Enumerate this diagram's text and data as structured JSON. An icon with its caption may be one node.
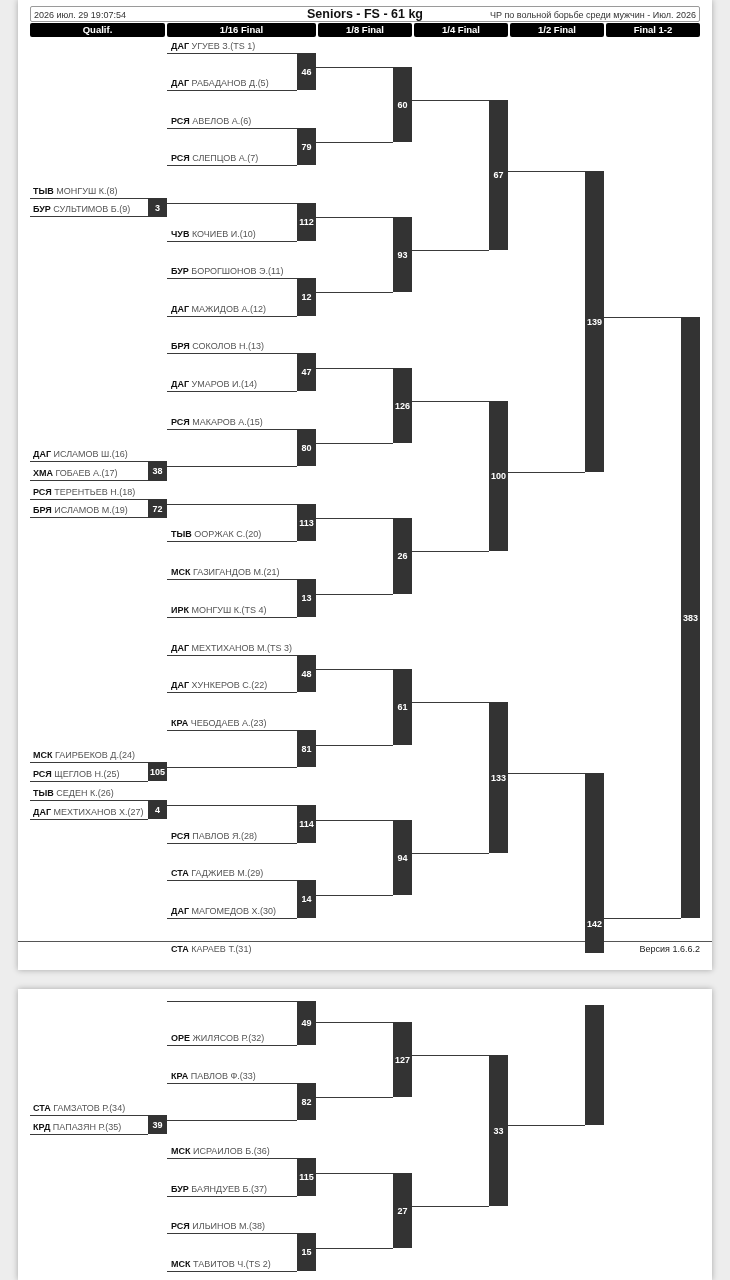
{
  "diagram": {
    "title": "Seniors - FS - 61 kg",
    "nodes": [
      {
        "text": [
          "2026 июл. 29 19:07:54",
          "ЧР по вольной борьбе среди мужчин - Июл. 2026"
        ]
      },
      {
        "text": [
          "Qualif."
        ]
      },
      {
        "text": [
          "1/16 Final"
        ]
      },
      {
        "text": [
          "1/8 Final"
        ]
      },
      {
        "text": [
          "1/4 Final"
        ]
      },
      {
        "text": [
          "1/2 Final"
        ]
      },
      {
        "text": [
          "Final 1-2"
        ]
      },
      {
        "text": [
          "**ДАГ** УГУЕВ З.(TS 1)"
        ]
      },
      {
        "text": [
          "**ДАГ** РАБАДАНОВ Д.(5)"
        ]
      },
      {
        "text": [
          "**РСЯ** АВЕЛОВ А.(6)"
        ]
      },
      {
        "text": [
          "**РСЯ** СЛЕПЦОВ А.(7)"
        ]
      },
      {
        "text": [
          "**ТЫВ** МОНГУШ К.(8)"
        ]
      },
      {
        "text": [
          "**БУР** СУЛЬТИМОВ Б.(9)"
        ]
      },
      {
        "text": [
          "**ЧУВ** КОЧИЕВ И.(10)"
        ]
      },
      {
        "text": [
          "**БУР** БОРОГШОНОВ Э.(11)"
        ]
      },
      {
        "text": [
          "**ДАГ** МАЖИДОВ А.(12)"
        ]
      },
      {
        "text": [
          "**БРЯ** СОКОЛОВ Н.(13)"
        ]
      },
      {
        "text": [
          "**ДАГ** УМАРОВ И.(14)"
        ]
      },
      {
        "text": [
          "**РСЯ** МАКАРОВ А.(15)"
        ]
      },
      {
        "text": [
          "**ДАГ** ИСЛАМОВ Ш.(16)"
        ]
      },
      {
        "text": [
          "**ХМА** ГОБАЕВ А.(17)"
        ]
      },
      {
        "text": [
          "**РСЯ** ТЕРЕНТЬЕВ Н.(18)"
        ]
      },
      {
        "text": [
          "**БРЯ** ИСЛАМОВ М.(19)"
        ]
      },
      {
        "text": [
          "**ТЫВ** ООРЖАК С.(20)"
        ]
      },
      {
        "text": [
          "**МСК** ГАЗИГАНДОВ М.(21)"
        ]
      },
      {
        "text": [
          "**ИРК** МОНГУШ К.(TS 4)"
        ]
      },
      {
        "text": [
          "**ДАГ** МЕХТИХАНОВ М.(TS 3)"
        ]
      },
      {
        "text": [
          "**ДАГ** ХУНКЕРОВ С.(22)"
        ]
      },
      {
        "text": [
          "**КРА** ЧЕБОДАЕВ А.(23)"
        ]
      },
      {
        "text": [
          "**МСК** ГАИРБЕКОВ Д.(24)"
        ]
      },
      {
        "text": [
          "**РСЯ** ЩЕГЛОВ Н.(25)"
        ]
      },
      {
        "text": [
          "**ТЫВ** СЕДЕН К.(26)"
        ]
      },
      {
        "text": [
          "**ДАГ** МЕХТИХАНОВ Х.(27)"
        ]
      },
      {
        "text": [
          "**РСЯ** ПАВЛОВ Я.(28)"
        ]
      },
      {
        "text": [
          "**СТА** ГАДЖИЕВ М.(29)"
        ]
      },
      {
        "text": [
          "**ДАГ** МАГОМЕДОВ Х.(30)"
        ]
      },
      {
        "text": [
          "**СТА** КАРАЕВ Т.(31)"
        ]
      },
      {
        "text": [
          "3"
        ]
      },
      {
        "text": [
          "38"
        ]
      },
      {
        "text": [
          "72"
        ]
      },
      {
        "text": [
          "105"
        ]
      },
      {
        "text": [
          "4"
        ]
      },
      {
        "text": [
          "46"
        ]
      },
      {
        "text": [
          "79"
        ]
      },
      {
        "text": [
          "112"
        ]
      },
      {
        "text": [
          "12"
        ]
      },
      {
        "text": [
          "47"
        ]
      },
      {
        "text": [
          "80"
        ]
      },
      {
        "text": [
          "113"
        ]
      },
      {
        "text": [
          "13"
        ]
      },
      {
        "text": [
          "48"
        ]
      },
      {
        "text": [
          "81"
        ]
      },
      {
        "text": [
          "114"
        ]
      },
      {
        "text": [
          "14"
        ]
      },
      {
        "text": [
          "60"
        ]
      },
      {
        "text": [
          "93"
        ]
      },
      {
        "text": [
          "126"
        ]
      },
      {
        "text": [
          "26"
        ]
      },
      {
        "text": [
          "61"
        ]
      },
      {
        "text": [
          "94"
        ]
      },
      {
        "text": [
          "67"
        ]
      },
      {
        "text": [
          "100"
        ]
      },
      {
        "text": [
          "133"
        ]
      },
      {
        "text": [
          "139"
        ]
      },
      {
        "text": [
          "142"
        ]
      },
      {
        "text": [
          "383"
        ]
      },
      {
        "text": [
          "**ОРЕ** ЖИЛЯСОВ Р.(32)"
        ]
      },
      {
        "text": [
          "**КРА** ПАВЛОВ Ф.(33)"
        ]
      },
      {
        "text": [
          "**СТА** ГАМЗАТОВ Р.(34)"
        ]
      },
      {
        "text": [
          "**КРД** ПАПАЗЯН Р.(35)"
        ]
      },
      {
        "text": [
          "**МСК** ИСРАИЛОВ Б.(36)"
        ]
      },
      {
        "text": [
          "**БУР** БАЯНДУЕВ Б.(37)"
        ]
      },
      {
        "text": [
          "**РСЯ** ИЛЬИНОВ М.(38)"
        ]
      },
      {
        "text": [
          "**МСК** ТАВИТОВ Ч.(TS 2)"
        ]
      },
      {
        "text": [
          "39"
        ]
      },
      {
        "text": [
          "49"
        ]
      },
      {
        "text": [
          "82"
        ]
      },
      {
        "text": [
          "115"
        ]
      },
      {
        "text": [
          "15"
        ]
      },
      {
        "text": [
          "127"
        ]
      },
      {
        "text": [
          "27"
        ]
      },
      {
        "text": [
          "33"
        ]
      },
      {
        "text": [],
        "shape": "bar"
      }
    ],
    "edges": [
      {
        "from": 7,
        "to": 42,
        "arrow": "none"
      },
      {
        "from": 8,
        "to": 42,
        "arrow": "none"
      },
      {
        "from": 9,
        "to": 43,
        "arrow": "none"
      },
      {
        "from": 10,
        "to": 43,
        "arrow": "none"
      },
      {
        "from": 11,
        "to": 37,
        "arrow": "none"
      },
      {
        "from": 12,
        "to": 37,
        "arrow": "none"
      },
      {
        "from": 13,
        "to": 44,
        "arrow": "none"
      },
      {
        "from": 37,
        "to": 44,
        "arrow": "none"
      },
      {
        "from": 14,
        "to": 45,
        "arrow": "none"
      },
      {
        "from": 15,
        "to": 45,
        "arrow": "none"
      },
      {
        "from": 16,
        "to": 46,
        "arrow": "none"
      },
      {
        "from": 17,
        "to": 46,
        "arrow": "none"
      },
      {
        "from": 18,
        "to": 47,
        "arrow": "none"
      },
      {
        "from": 19,
        "to": 38,
        "arrow": "none"
      },
      {
        "from": 20,
        "to": 38,
        "arrow": "none"
      },
      {
        "from": 38,
        "to": 47,
        "arrow": "none"
      },
      {
        "from": 21,
        "to": 39,
        "arrow": "none"
      },
      {
        "from": 22,
        "to": 39,
        "arrow": "none"
      },
      {
        "from": 39,
        "to": 48,
        "arrow": "none"
      },
      {
        "from": 23,
        "to": 48,
        "arrow": "none"
      },
      {
        "from": 24,
        "to": 49,
        "arrow": "none"
      },
      {
        "from": 25,
        "to": 49,
        "arrow": "none"
      },
      {
        "from": 26,
        "to": 50,
        "arrow": "none"
      },
      {
        "from": 27,
        "to": 50,
        "arrow": "none"
      },
      {
        "from": 28,
        "to": 51,
        "arrow": "none"
      },
      {
        "from": 29,
        "to": 40,
        "arrow": "none"
      },
      {
        "from": 30,
        "to": 40,
        "arrow": "none"
      },
      {
        "from": 40,
        "to": 51,
        "arrow": "none"
      },
      {
        "from": 31,
        "to": 41,
        "arrow": "none"
      },
      {
        "from": 32,
        "to": 41,
        "arrow": "none"
      },
      {
        "from": 41,
        "to": 52,
        "arrow": "none"
      },
      {
        "from": 33,
        "to": 52,
        "arrow": "none"
      },
      {
        "from": 34,
        "to": 53,
        "arrow": "none"
      },
      {
        "from": 35,
        "to": 53,
        "arrow": "none"
      },
      {
        "from": 42,
        "to": 54,
        "arrow": "none"
      },
      {
        "from": 43,
        "to": 54,
        "arrow": "none"
      },
      {
        "from": 44,
        "to": 55,
        "arrow": "none"
      },
      {
        "from": 45,
        "to": 55,
        "arrow": "none"
      },
      {
        "from": 46,
        "to": 56,
        "arrow": "none"
      },
      {
        "from": 47,
        "to": 56,
        "arrow": "none"
      },
      {
        "from": 48,
        "to": 57,
        "arrow": "none"
      },
      {
        "from": 49,
        "to": 57,
        "arrow": "none"
      },
      {
        "from": 50,
        "to": 58,
        "arrow": "none"
      },
      {
        "from": 51,
        "to": 58,
        "arrow": "none"
      },
      {
        "from": 52,
        "to": 59,
        "arrow": "none"
      },
      {
        "from": 53,
        "to": 59,
        "arrow": "none"
      },
      {
        "from": 54,
        "to": 60,
        "arrow": "none"
      },
      {
        "from": 55,
        "to": 60,
        "arrow": "none"
      },
      {
        "from": 56,
        "to": 61,
        "arrow": "none"
      },
      {
        "from": 57,
        "to": 61,
        "arrow": "none"
      },
      {
        "from": 58,
        "to": 62,
        "arrow": "none"
      },
      {
        "from": 59,
        "to": 62,
        "arrow": "none"
      },
      {
        "from": 60,
        "to": 63,
        "arrow": "none"
      },
      {
        "from": 61,
        "to": 63,
        "arrow": "none"
      },
      {
        "from": 62,
        "to": 64,
        "arrow": "none"
      },
      {
        "from": 63,
        "to": 65,
        "arrow": "none"
      },
      {
        "from": 64,
        "to": 65,
        "arrow": "none"
      },
      {
        "from": null,
        "to": 75,
        "arrow": "none"
      },
      {
        "from": 66,
        "to": 75,
        "arrow": "none"
      },
      {
        "from": 67,
        "to": 76,
        "arrow": "none"
      },
      {
        "from": 68,
        "to": 74,
        "arrow": "none"
      },
      {
        "from": 69,
        "to": 74,
        "arrow": "none"
      },
      {
        "from": 74,
        "to": 76,
        "arrow": "none"
      },
      {
        "from": 70,
        "to": 77,
        "arrow": "none"
      },
      {
        "from": 71,
        "to": 77,
        "arrow": "none"
      },
      {
        "from": 72,
        "to": 78,
        "arrow": "none"
      },
      {
        "from": 73,
        "to": 78,
        "arrow": "none"
      },
      {
        "from": 75,
        "to": 79,
        "arrow": "none"
      },
      {
        "from": 76,
        "to": 79,
        "arrow": "none"
      },
      {
        "from": 77,
        "to": 80,
        "arrow": "none"
      },
      {
        "from": 78,
        "to": 80,
        "arrow": "none"
      },
      {
        "from": 79,
        "to": 81,
        "arrow": "none"
      },
      {
        "from": 80,
        "to": 81,
        "arrow": "none"
      },
      {
        "from": 81,
        "to": 82,
        "arrow": "none"
      }
    ],
    "labels": [
      "Версия 1.6.6.2"
    ]
  }
}
